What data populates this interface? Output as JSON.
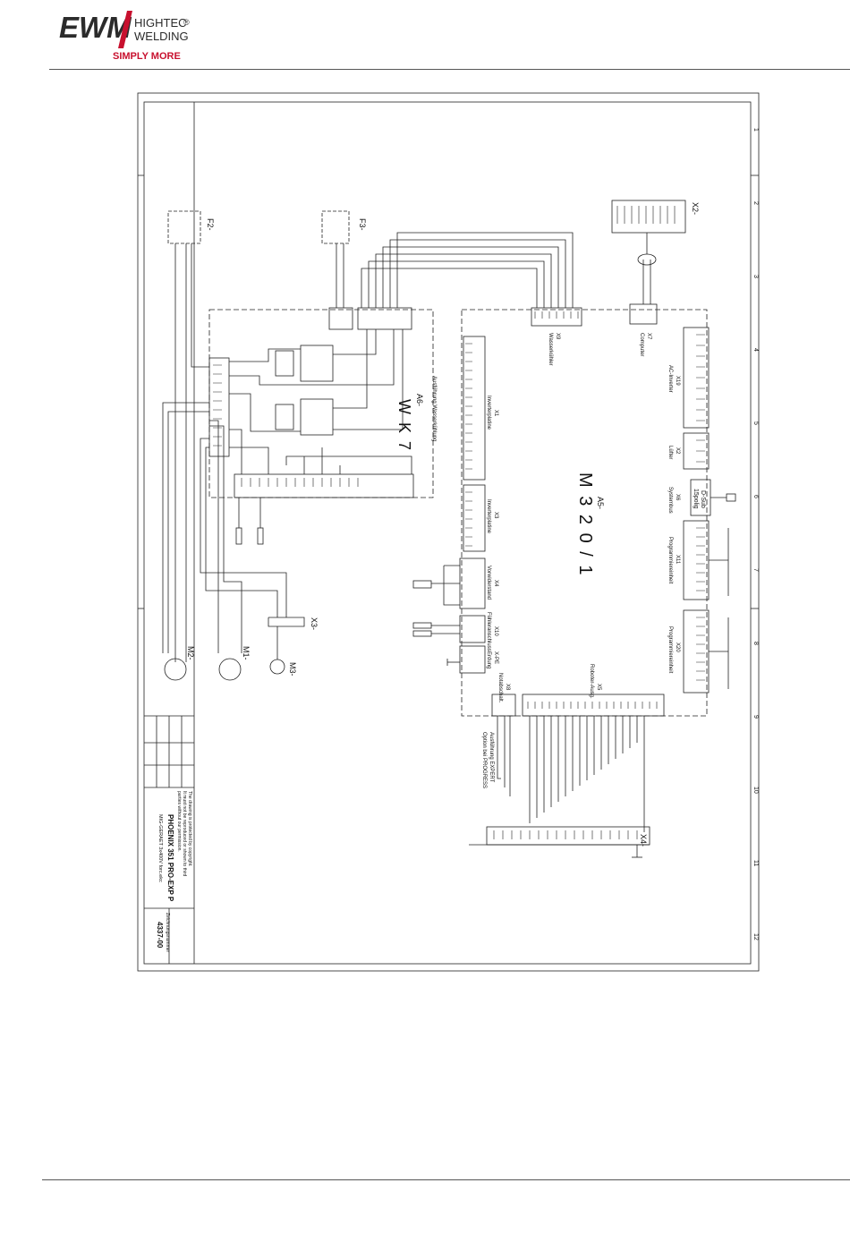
{
  "brand": {
    "name": "EWM",
    "line1": "HIGHTEC",
    "line2": "WELDING",
    "registered": "®",
    "slogan": "SIMPLY MORE",
    "colors": {
      "red": "#c8102e",
      "dark": "#2b2b2b"
    }
  },
  "diagram": {
    "main_board": {
      "id": "A5-",
      "name": "M 3 2 0 / 1"
    },
    "aux_board": {
      "id": "A6-",
      "name": "W K 7",
      "note": "Ausführung Wasserkühlung"
    },
    "connectors": {
      "x1": {
        "id": "X1",
        "label": "Inverterplatine"
      },
      "x3": {
        "id": "X3",
        "label": "Inverterplatine"
      },
      "x4": {
        "id": "X4",
        "label": "Vorwiderstand"
      },
      "x10": {
        "id": "X10",
        "label": "Fühleranschluss"
      },
      "xpe": {
        "id": "X-PE",
        "label": "Erdung"
      },
      "x9": {
        "id": "X9",
        "label": "Wasserkühler"
      },
      "x7": {
        "id": "X7",
        "label": "Computer"
      },
      "x19": {
        "id": "X19",
        "label": "AC-Inverter"
      },
      "x2": {
        "id": "X2",
        "label": "Lüfter"
      },
      "x6": {
        "id": "X6",
        "label": "Systembus"
      },
      "x11": {
        "id": "X11",
        "label": "Programmiereinheit"
      },
      "x20": {
        "id": "X20",
        "label": "Programmiereinheit"
      },
      "x5": {
        "id": "X5",
        "label": "Roboter-Ausg."
      },
      "x8": {
        "id": "X8",
        "label": "Notabschalt."
      },
      "dsub": {
        "line1": "D-Sub",
        "line2": "15polig"
      }
    },
    "components": {
      "f2": "F2-",
      "f3": "F3-",
      "m1": "M1-",
      "m2": "M2-",
      "m3": "M3-",
      "x3ext": "X3-",
      "x2ext": "X2-",
      "x4ext": "X4-"
    },
    "option_note_1": "Ausführung EXPERT",
    "option_note_2": "Option bei PROGRESS",
    "columns": [
      "1",
      "2",
      "3",
      "4",
      "5",
      "6",
      "7",
      "8",
      "9",
      "10",
      "11",
      "12"
    ]
  },
  "title_block": {
    "copyright_1": "The drawing is protected by copyright.",
    "copyright_2": "It must not be reproduced or shown to third",
    "copyright_3": "parties without our permission.",
    "product": "PHOENIX 351 PRO-EXP P",
    "subtitle": "MIG-GERAET 3x400V forc.ekc",
    "drawing_label": "Zeichnungsnummer",
    "drawing_number": "4337-00"
  }
}
